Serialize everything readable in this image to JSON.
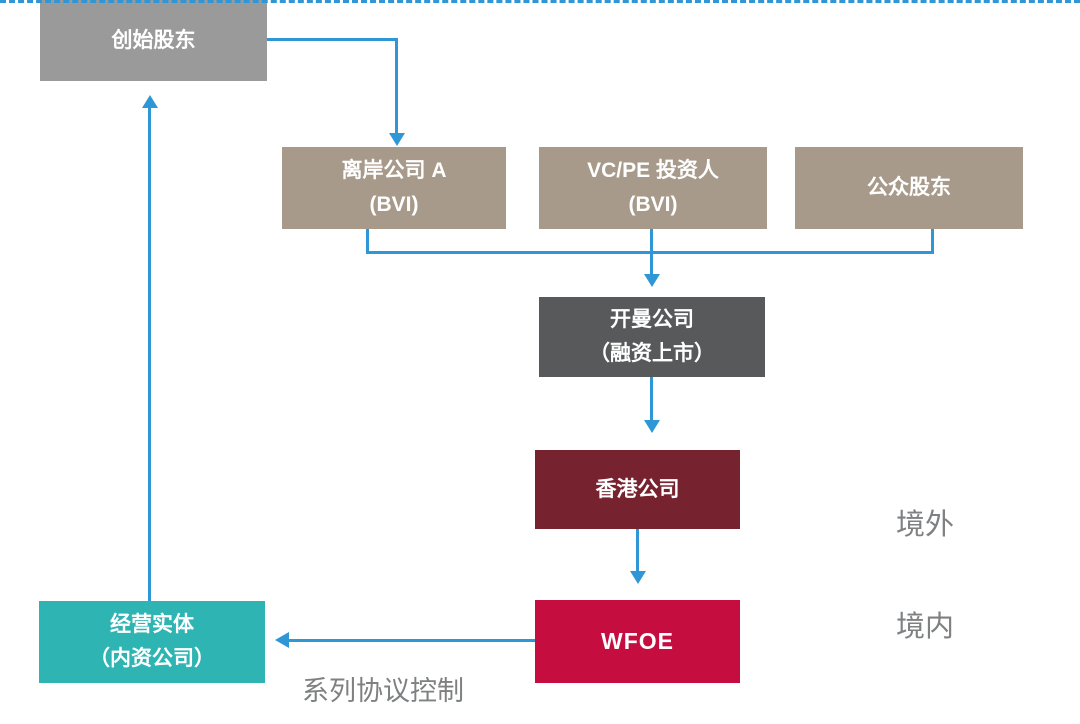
{
  "colors": {
    "background": "#ffffff",
    "arrow_blue": "#2f97d5",
    "founder_gray": "#9a9a9a",
    "bvi_tan": "#a79a8a",
    "cayman_dark_gray": "#58595b",
    "hk_maroon": "#77232f",
    "wfoe_crimson": "#c50d40",
    "opco_teal": "#2fb4b4",
    "label_gray": "#7f8082",
    "box_text_white": "#ffffff"
  },
  "nodes": {
    "founder": {
      "label": "创始股东"
    },
    "offshore_a": {
      "line1": "离岸公司 A",
      "line2": "(BVI)"
    },
    "vcpe": {
      "line1": "VC/PE 投资人",
      "line2": "(BVI)"
    },
    "public": {
      "label": "公众股东"
    },
    "cayman": {
      "line1": "开曼公司",
      "line2": "（融资上市）"
    },
    "hongkong": {
      "label": "香港公司"
    },
    "wfoe": {
      "label": "WFOE"
    },
    "opco": {
      "line1": "经营实体",
      "line2": "（内资公司）"
    }
  },
  "labels": {
    "offshore_region": "境外",
    "onshore_region": "境内",
    "control_note": "系列协议控制"
  }
}
